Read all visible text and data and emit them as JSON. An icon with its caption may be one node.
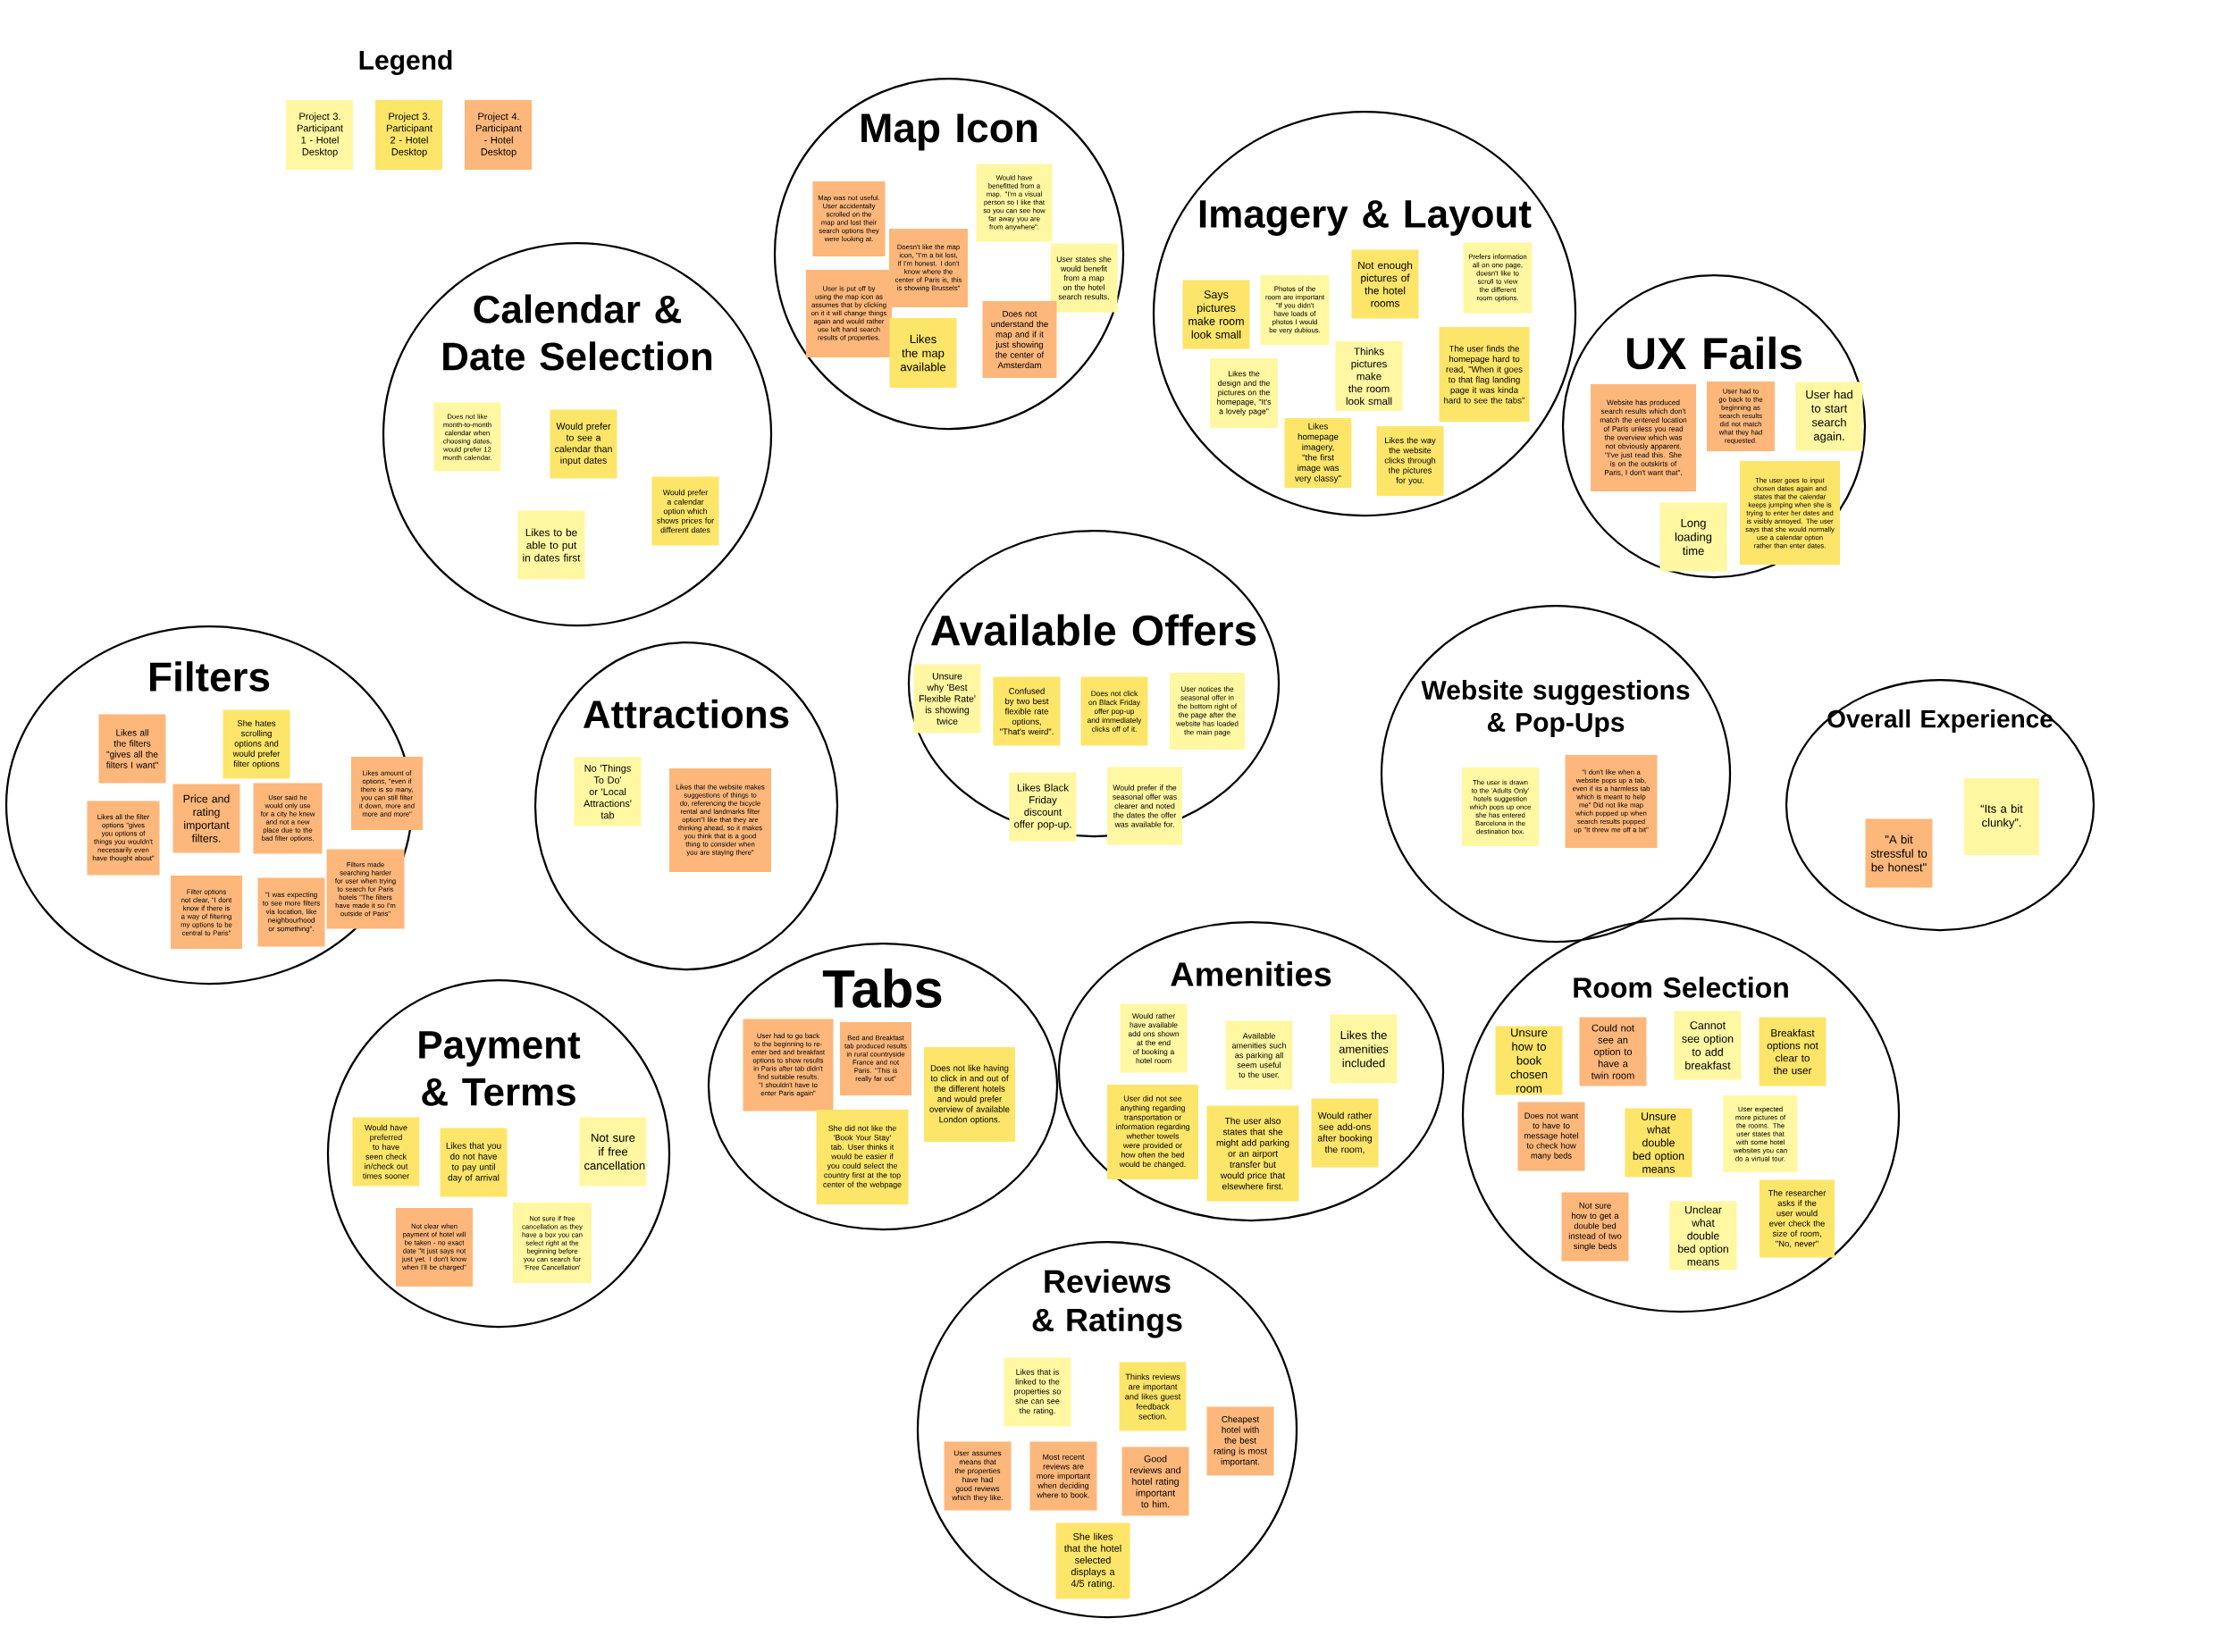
{
  "diagram": {
    "nodes": [
      {
        "text": [
          "Map Icon"
        ]
      },
      {
        "text": [
          "Map was not useful. User accidentally scrolled on the map and lost their search options they were looking at."
        ],
        "in": 0
      },
      {
        "text": [
          "User is put off by using the map icon as assumes that by clicking on it it will change things again and would rather use left hand search results of properties."
        ],
        "in": 0
      },
      {
        "text": [
          "Doesn't like the map icon, \"I'm a bit lost, if I'm honest. I don't know where the center of Paris is, this is showing Brussels\""
        ],
        "in": 0
      },
      {
        "text": [
          "Likes the map available"
        ],
        "in": 0
      },
      {
        "text": [
          "Would have benefitted from a map. \"I'm a visual person so I like that so you can see how far away you are from anywhere\"."
        ],
        "in": 0
      },
      {
        "text": [
          "User states she would benefit from a map on the hotel search results."
        ],
        "in": 0
      },
      {
        "text": [
          "Does not understand the map and if it just showing the center of Amsterdam"
        ],
        "in": 0
      },
      {
        "text": [
          "Imagery & Layout"
        ]
      },
      {
        "text": [
          "Says pictures make room look small"
        ],
        "in": 8
      },
      {
        "text": [
          "Photos of the room are important \"If you didn't have loads of photos I would be very dubious."
        ],
        "in": 8
      },
      {
        "text": [
          "Not enough pictures of the hotel rooms"
        ],
        "in": 8
      },
      {
        "text": [
          "Prefers information all on one page, doesn't like to scroll to view the different room options."
        ],
        "in": 8
      },
      {
        "text": [
          "Likes the design and the pictures on the homepage, \"It's a lovely page\""
        ],
        "in": 8
      },
      {
        "text": [
          "Thinks pictures make the room look small"
        ],
        "in": 8
      },
      {
        "text": [
          "The user finds the homepage hard to read, \"When it goes to that flag landing page it was kinda hard to see the tabs\""
        ],
        "in": 8
      },
      {
        "text": [
          "Likes homepage imagery, \"the first image was very classy\""
        ],
        "in": 8
      },
      {
        "text": [
          "Likes the way the website clicks through the pictures for you."
        ],
        "in": 8
      },
      {
        "text": [
          "Calendar & Date Selection"
        ]
      },
      {
        "text": [
          "Does not like month-to-month calendar when choosing dates, would prefer 12 month calendar."
        ],
        "in": 18
      },
      {
        "text": [
          "Would prefer to see a calendar than input dates"
        ],
        "in": 18
      },
      {
        "text": [
          "Likes to be able to put in dates first"
        ],
        "in": 18
      },
      {
        "text": [
          "Would prefer a calendar option which shows prices for different dates"
        ],
        "in": 18
      },
      {
        "text": [
          "UX Fails"
        ]
      },
      {
        "text": [
          "Website has produced search results which don't match the entered location of Paris unless you read the overview which was not obviously apparent. \"I've just read this. She is on the outskirts of Paris, I don't want that\"."
        ],
        "in": 23
      },
      {
        "text": [
          "User had to go back to the beginning as search results did not match what they had requested."
        ],
        "in": 23
      },
      {
        "text": [
          "User had to start search again."
        ],
        "in": 23
      },
      {
        "text": [
          "Long loading time"
        ],
        "in": 23
      },
      {
        "text": [
          "The user goes to input chosen dates again and states that the calendar keeps jumping when she is trying to enter her dates and is visibly annoyed. The user says that she would normally use a calendar option rather than enter dates."
        ],
        "in": 23
      },
      {
        "text": [
          "Available Offers"
        ]
      },
      {
        "text": [
          "Unsure why 'Best Flexible Rate' is showing twice"
        ],
        "in": 29
      },
      {
        "text": [
          "Confused by two best flexible rate options, \"That's weird\"."
        ],
        "in": 29
      },
      {
        "text": [
          "Does not click on Black Friday offer pop-up and immediately clicks off of it."
        ],
        "in": 29
      },
      {
        "text": [
          "User notices the seasonal offer in the bottom right of the page after the website has loaded the main page"
        ],
        "in": 29
      },
      {
        "text": [
          "Likes Black Friday discount offer pop-up."
        ],
        "in": 29
      },
      {
        "text": [
          "Would prefer if the seasonal offer was clearer and noted the dates the offer was available for."
        ],
        "in": 29
      },
      {
        "text": [
          "Filters"
        ]
      },
      {
        "text": [
          "Likes all the filters \"gives all the filters I want\""
        ],
        "in": 36
      },
      {
        "text": [
          "She hates scrolling options and would prefer filter options"
        ],
        "in": 36
      },
      {
        "text": [
          "Likes amount of options, \"even if there is so many, you can still filter it down, more and more and more\""
        ],
        "in": 36
      },
      {
        "text": [
          "Likes all the filter options \"gives you options of things you wouldn't necessarily even have thought about\""
        ],
        "in": 36
      },
      {
        "text": [
          "Price and rating important filters."
        ],
        "in": 36
      },
      {
        "text": [
          "User said he would only use for a city he knew and not a new place due to the bad filter options."
        ],
        "in": 36
      },
      {
        "text": [
          "Filters made searching harder for user when trying to search for Paris hotels \"The filters have made it so I'm outside of Paris\""
        ],
        "in": 36
      },
      {
        "text": [
          "Filter options not clear, \"I dont know if there is a way of filtering my options to be central to Paris\""
        ],
        "in": 36
      },
      {
        "text": [
          "\"I was expecting to see more filters via location, like neighbourhood or something\"."
        ],
        "in": 36
      },
      {
        "text": [
          "Attractions"
        ]
      },
      {
        "text": [
          "No 'Things To Do' or 'Local Attractions' tab"
        ],
        "in": 46
      },
      {
        "text": [
          "Likes that the website makes suggestions of things to do, referencing the bicycle rental and landmarks filter option\"I like that they are thinking ahead, so it makes you think that is a good thing to consider when you are staying there\""
        ],
        "in": 46
      },
      {
        "text": [
          "Website suggestions & Pop-Ups"
        ]
      },
      {
        "text": [
          "The user is drawn to the 'Adults Only' hotels suggestion which pops up once she has entered Barcelona in the destination box."
        ],
        "in": 49
      },
      {
        "text": [
          "\"I don't like when a website pops up a tab, even if its a harmless tab which is meant to help me\" Did not like map which popped up when search results popped up \"It threw me off a bit\""
        ],
        "in": 49
      },
      {
        "text": [
          "Overall Experience"
        ]
      },
      {
        "text": [
          "\"A bit stressful to be honest\""
        ],
        "in": 52
      },
      {
        "text": [
          "“Its a bit clunky”."
        ],
        "in": 52
      },
      {
        "text": [
          "Tabs"
        ]
      },
      {
        "text": [
          "User had to go back to the beginning to re-enter bed and breakfast options to show results in Paris after tab didn't find suitable results. \"I shouldn't have to enter Paris again\""
        ],
        "in": 55
      },
      {
        "text": [
          "Bed and Breakfast tab produced results in rural countryside France and not Paris. \"This is really far out\""
        ],
        "in": 55
      },
      {
        "text": [
          "Does not like having to click in and out of the different hotels and would prefer overview of available London options."
        ],
        "in": 55
      },
      {
        "text": [
          "She did not like the 'Book Your Stay' tab. User thinks it would be easier if you could select the country first at the top center of the webpage"
        ],
        "in": 55
      },
      {
        "text": [
          "Payment & Terms"
        ]
      },
      {
        "text": [
          "Would have preferred to have seen check in/check out times sooner"
        ],
        "in": 60
      },
      {
        "text": [
          "Likes that you do not have to pay until day of arrival"
        ],
        "in": 60
      },
      {
        "text": [
          "Not sure if free cancellation"
        ],
        "in": 60
      },
      {
        "text": [
          "Not clear when payment of hotel will be taken - no exact date \"It just says not just yet. I don't know when I'll be charged\""
        ],
        "in": 60
      },
      {
        "text": [
          "Not sure if free cancellation as they have a box you can select right at the beginning before you can search for 'Free Cancellation'"
        ],
        "in": 60
      },
      {
        "text": [
          "Amenities"
        ]
      },
      {
        "text": [
          "Would rather have available add ons shown at the end of booking a hotel room"
        ],
        "in": 66
      },
      {
        "text": [
          "Available amenities such as parking all seem useful to the user."
        ],
        "in": 66
      },
      {
        "text": [
          "Likes the amenities included"
        ],
        "in": 66
      },
      {
        "text": [
          "User did not see anything regarding transportation or information regarding whether towels were provided or how often the bed would be changed."
        ],
        "in": 66
      },
      {
        "text": [
          "The user also states that she might add parking or an airport transfer but would price that elsewhere first."
        ],
        "in": 66
      },
      {
        "text": [
          "Would rather see add-ons after booking the room,"
        ],
        "in": 66
      },
      {
        "text": [
          "Room Selection"
        ]
      },
      {
        "text": [
          "Unsure how to book chosen room"
        ],
        "in": 73
      },
      {
        "text": [
          "Could not see an option to have a twin room"
        ],
        "in": 73
      },
      {
        "text": [
          "Cannot see option to add breakfast"
        ],
        "in": 73
      },
      {
        "text": [
          "Breakfast options not clear to the user"
        ],
        "in": 73
      },
      {
        "text": [
          "Does not want to have to message hotel to check how many beds"
        ],
        "in": 73
      },
      {
        "text": [
          "Unsure what double bed option means"
        ],
        "in": 73
      },
      {
        "text": [
          "User expected more pictures of the rooms. The user states that with some hotel websites you can do a virtual tour."
        ],
        "in": 73
      },
      {
        "text": [
          "Not sure how to get a double bed instead of two single beds"
        ],
        "in": 73
      },
      {
        "text": [
          "Unclear what double bed option means"
        ],
        "in": 73
      },
      {
        "text": [
          "The researcher asks if the user would ever check the size of room, \"No, never\""
        ],
        "in": 73
      },
      {
        "text": [
          "Reviews & Ratings"
        ]
      },
      {
        "text": [
          "Likes that is linked to the properties so she can see the rating."
        ],
        "in": 84
      },
      {
        "text": [
          "Thinks reviews are important and likes guest feedback section."
        ],
        "in": 84
      },
      {
        "text": [
          "Cheapest hotel with the best rating is most important."
        ],
        "in": 84
      },
      {
        "text": [
          "User assumes means that the properties have had good reviews which they like."
        ],
        "in": 84
      },
      {
        "text": [
          "Most recent reviews are more important when deciding where to book."
        ],
        "in": 84
      },
      {
        "text": [
          "Good reviews and hotel rating important to him."
        ],
        "in": 84
      },
      {
        "text": [
          "She likes that the hotel selected displays a 4/5 rating."
        ],
        "in": 84
      }
    ],
    "labels": [
      "Legend"
    ],
    "legend": [
      {
        "text": "Project 3. Participant 1 - Hotel Desktop",
        "color": "#fff7a1"
      },
      {
        "text": "Project 3. Participant 2 - Hotel Desktop",
        "color": "#fde569"
      },
      {
        "text": "Project 4. Participant - Hotel Desktop",
        "color": "#fdb77b"
      }
    ]
  }
}
